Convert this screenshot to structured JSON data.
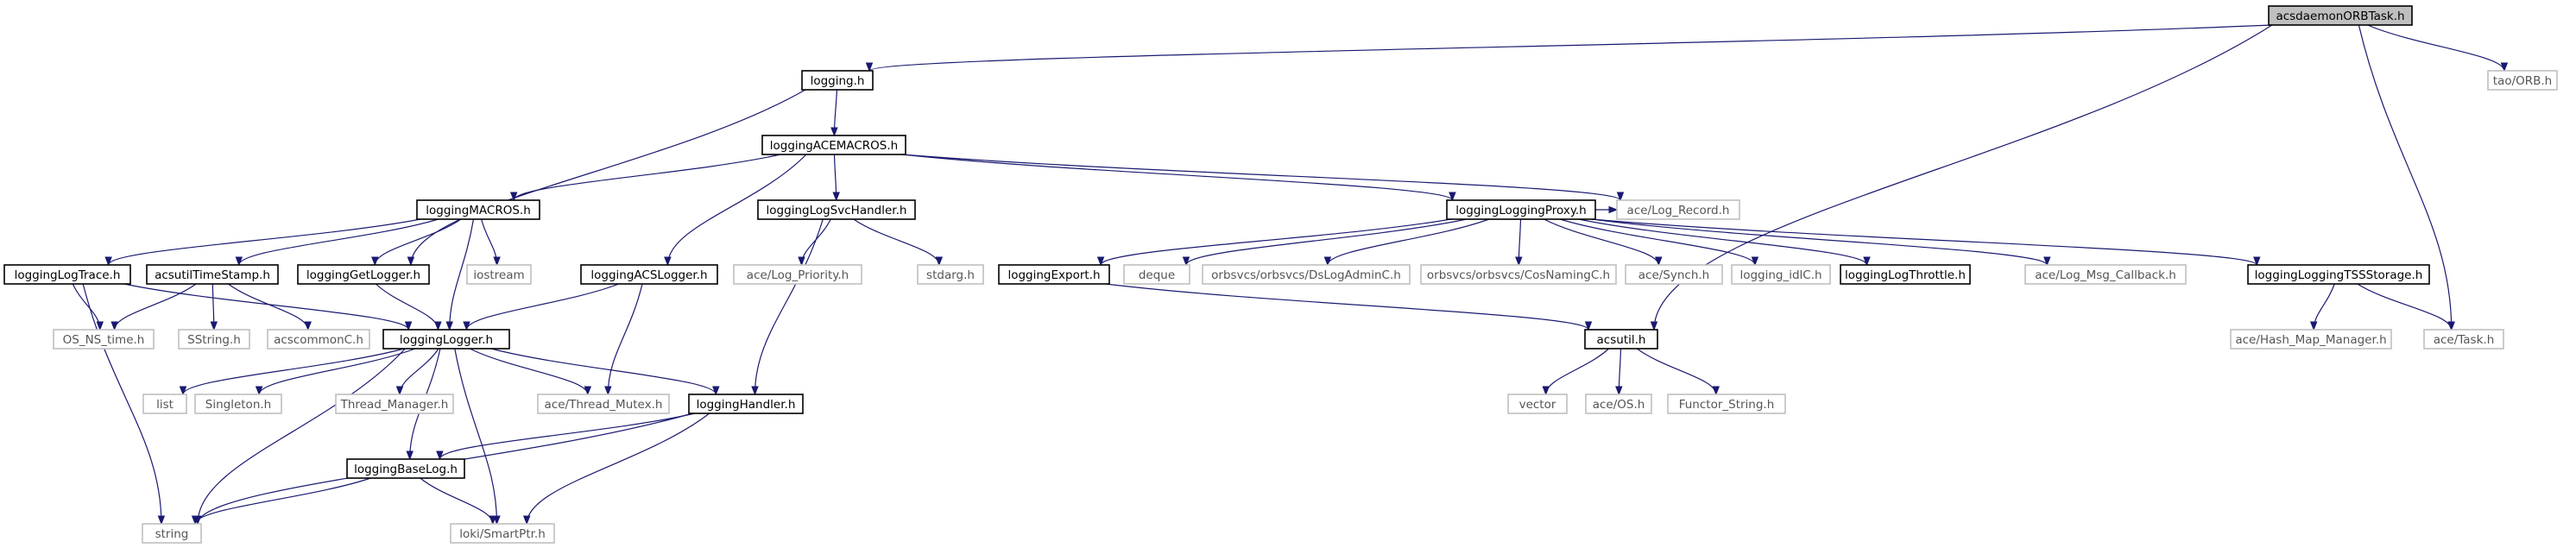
{
  "diagram": {
    "type": "include-dependency-graph",
    "colors": {
      "edge": "#191970",
      "root_fill": "#bfbfbf",
      "node_border_documented": "#000000",
      "node_border_external": "#bfbfbf",
      "text": "#000000",
      "external_text": "#555555"
    },
    "nodes": [
      {
        "id": "root",
        "label": "acsdaemonORBTask.h",
        "style": "root"
      },
      {
        "id": "logging",
        "label": "logging.h",
        "style": "documented"
      },
      {
        "id": "taoorb",
        "label": "tao/ORB.h",
        "style": "external"
      },
      {
        "id": "acemacros",
        "label": "loggingACEMACROS.h",
        "style": "documented"
      },
      {
        "id": "macros",
        "label": "loggingMACROS.h",
        "style": "documented"
      },
      {
        "id": "svchandler",
        "label": "loggingLogSvcHandler.h",
        "style": "documented"
      },
      {
        "id": "logrecord",
        "label": "ace/Log_Record.h",
        "style": "external"
      },
      {
        "id": "proxy",
        "label": "loggingLoggingProxy.h",
        "style": "documented"
      },
      {
        "id": "logtrace",
        "label": "loggingLogTrace.h",
        "style": "documented"
      },
      {
        "id": "timestamp",
        "label": "acsutilTimeStamp.h",
        "style": "documented"
      },
      {
        "id": "getlogger",
        "label": "loggingGetLogger.h",
        "style": "documented"
      },
      {
        "id": "iostream",
        "label": "iostream",
        "style": "external"
      },
      {
        "id": "acslogger",
        "label": "loggingACSLogger.h",
        "style": "documented"
      },
      {
        "id": "logpriority",
        "label": "ace/Log_Priority.h",
        "style": "external"
      },
      {
        "id": "stdarg",
        "label": "stdarg.h",
        "style": "external"
      },
      {
        "id": "export",
        "label": "loggingExport.h",
        "style": "documented"
      },
      {
        "id": "deque",
        "label": "deque",
        "style": "external"
      },
      {
        "id": "dslog",
        "label": "orbsvcs/orbsvcs/DsLogAdminC.h",
        "style": "external"
      },
      {
        "id": "cosnaming",
        "label": "orbsvcs/orbsvcs/CosNamingC.h",
        "style": "external"
      },
      {
        "id": "synch",
        "label": "ace/Synch.h",
        "style": "external"
      },
      {
        "id": "idlc",
        "label": "logging_idlC.h",
        "style": "external"
      },
      {
        "id": "throttle",
        "label": "loggingLogThrottle.h",
        "style": "documented"
      },
      {
        "id": "msgcallback",
        "label": "ace/Log_Msg_Callback.h",
        "style": "external"
      },
      {
        "id": "tss",
        "label": "loggingLoggingTSSStorage.h",
        "style": "documented"
      },
      {
        "id": "osns",
        "label": "OS_NS_time.h",
        "style": "external"
      },
      {
        "id": "sstring",
        "label": "SString.h",
        "style": "external"
      },
      {
        "id": "acscommon",
        "label": "acscommonC.h",
        "style": "external"
      },
      {
        "id": "logger",
        "label": "loggingLogger.h",
        "style": "documented"
      },
      {
        "id": "acsutil",
        "label": "acsutil.h",
        "style": "documented"
      },
      {
        "id": "hashmap",
        "label": "ace/Hash_Map_Manager.h",
        "style": "external"
      },
      {
        "id": "acetask",
        "label": "ace/Task.h",
        "style": "external"
      },
      {
        "id": "list",
        "label": "list",
        "style": "external"
      },
      {
        "id": "singleton",
        "label": "Singleton.h",
        "style": "external"
      },
      {
        "id": "threadmgr",
        "label": "Thread_Manager.h",
        "style": "external"
      },
      {
        "id": "mutex",
        "label": "ace/Thread_Mutex.h",
        "style": "external"
      },
      {
        "id": "handler",
        "label": "loggingHandler.h",
        "style": "documented"
      },
      {
        "id": "vector",
        "label": "vector",
        "style": "external"
      },
      {
        "id": "aceos",
        "label": "ace/OS.h",
        "style": "external"
      },
      {
        "id": "functor",
        "label": "Functor_String.h",
        "style": "external"
      },
      {
        "id": "baselog",
        "label": "loggingBaseLog.h",
        "style": "documented"
      },
      {
        "id": "string",
        "label": "string",
        "style": "external"
      },
      {
        "id": "smartptr",
        "label": "loki/SmartPtr.h",
        "style": "external"
      }
    ],
    "edges": [
      [
        "root",
        "logging"
      ],
      [
        "root",
        "taoorb"
      ],
      [
        "root",
        "acetask"
      ],
      [
        "root",
        "acsutil"
      ],
      [
        "logging",
        "acemacros"
      ],
      [
        "logging",
        "getlogger"
      ],
      [
        "acemacros",
        "macros"
      ],
      [
        "acemacros",
        "svchandler"
      ],
      [
        "acemacros",
        "logrecord"
      ],
      [
        "acemacros",
        "proxy"
      ],
      [
        "acemacros",
        "acslogger"
      ],
      [
        "macros",
        "logtrace"
      ],
      [
        "macros",
        "timestamp"
      ],
      [
        "macros",
        "getlogger"
      ],
      [
        "macros",
        "iostream"
      ],
      [
        "macros",
        "logger"
      ],
      [
        "logtrace",
        "osns"
      ],
      [
        "logtrace",
        "logger"
      ],
      [
        "logtrace",
        "string"
      ],
      [
        "timestamp",
        "osns"
      ],
      [
        "timestamp",
        "sstring"
      ],
      [
        "timestamp",
        "acscommon"
      ],
      [
        "getlogger",
        "logger"
      ],
      [
        "acslogger",
        "logger"
      ],
      [
        "acslogger",
        "mutex"
      ],
      [
        "svchandler",
        "logpriority"
      ],
      [
        "svchandler",
        "stdarg"
      ],
      [
        "svchandler",
        "handler"
      ],
      [
        "proxy",
        "export"
      ],
      [
        "proxy",
        "deque"
      ],
      [
        "proxy",
        "dslog"
      ],
      [
        "proxy",
        "cosnaming"
      ],
      [
        "proxy",
        "synch"
      ],
      [
        "proxy",
        "idlc"
      ],
      [
        "proxy",
        "throttle"
      ],
      [
        "proxy",
        "msgcallback"
      ],
      [
        "proxy",
        "tss"
      ],
      [
        "proxy",
        "logrecord"
      ],
      [
        "export",
        "acsutil"
      ],
      [
        "tss",
        "hashmap"
      ],
      [
        "tss",
        "acetask"
      ],
      [
        "acsutil",
        "vector"
      ],
      [
        "acsutil",
        "aceos"
      ],
      [
        "acsutil",
        "functor"
      ],
      [
        "logger",
        "list"
      ],
      [
        "logger",
        "singleton"
      ],
      [
        "logger",
        "threadmgr"
      ],
      [
        "logger",
        "mutex"
      ],
      [
        "logger",
        "handler"
      ],
      [
        "logger",
        "baselog"
      ],
      [
        "logger",
        "smartptr"
      ],
      [
        "logger",
        "string"
      ],
      [
        "handler",
        "baselog"
      ],
      [
        "handler",
        "string"
      ],
      [
        "handler",
        "smartptr"
      ],
      [
        "baselog",
        "string"
      ],
      [
        "baselog",
        "smartptr"
      ]
    ]
  }
}
